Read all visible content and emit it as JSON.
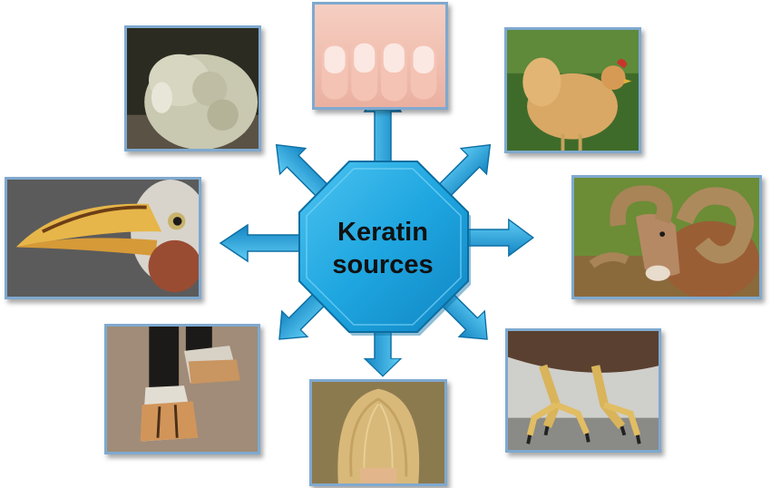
{
  "center": {
    "line1": "Keratin",
    "line2": "sources"
  },
  "sources": [
    {
      "name": "sheep-wool",
      "icon": "sheep-icon"
    },
    {
      "name": "fingernails",
      "icon": "fingernails-icon"
    },
    {
      "name": "chicken-feathers",
      "icon": "chicken-icon"
    },
    {
      "name": "ram-horns",
      "icon": "ram-horn-icon"
    },
    {
      "name": "bird-claws",
      "icon": "talon-icon"
    },
    {
      "name": "human-hair",
      "icon": "hair-icon"
    },
    {
      "name": "horse-hooves",
      "icon": "hoof-icon"
    },
    {
      "name": "hornbill-beak",
      "icon": "beak-icon"
    }
  ],
  "colors": {
    "arrow": "#29a3dc",
    "arrow_dark": "#1677ad",
    "octagon": "#22a8e0",
    "frame": "#7fa9cf"
  }
}
